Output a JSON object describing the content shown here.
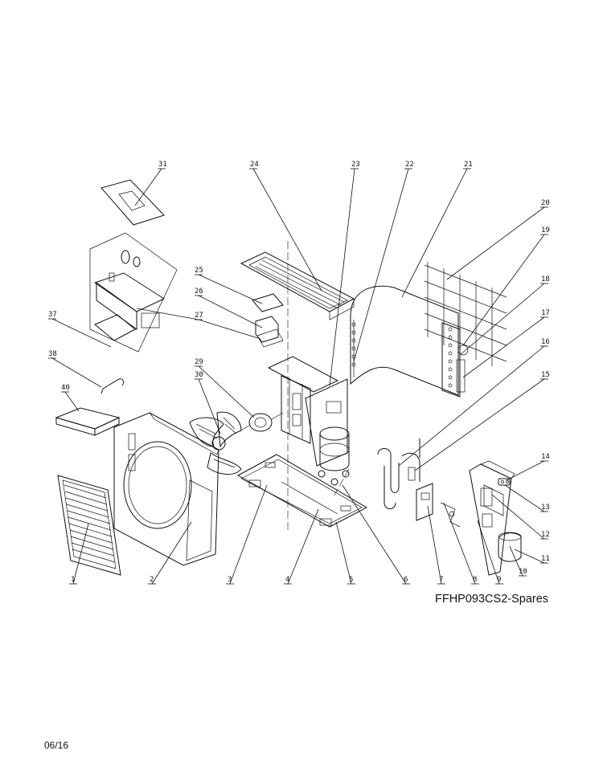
{
  "diagram": {
    "title": "FFHP093CS2-Spares",
    "date": "06/16",
    "part_numbers": [
      "1",
      "2",
      "3",
      "4",
      "5",
      "6",
      "7",
      "8",
      "9",
      "10",
      "11",
      "12",
      "13",
      "14",
      "15",
      "16",
      "17",
      "18",
      "19",
      "20",
      "21",
      "22",
      "23",
      "24",
      "25",
      "26",
      "27",
      "29",
      "30",
      "31",
      "37",
      "38",
      "40"
    ]
  }
}
